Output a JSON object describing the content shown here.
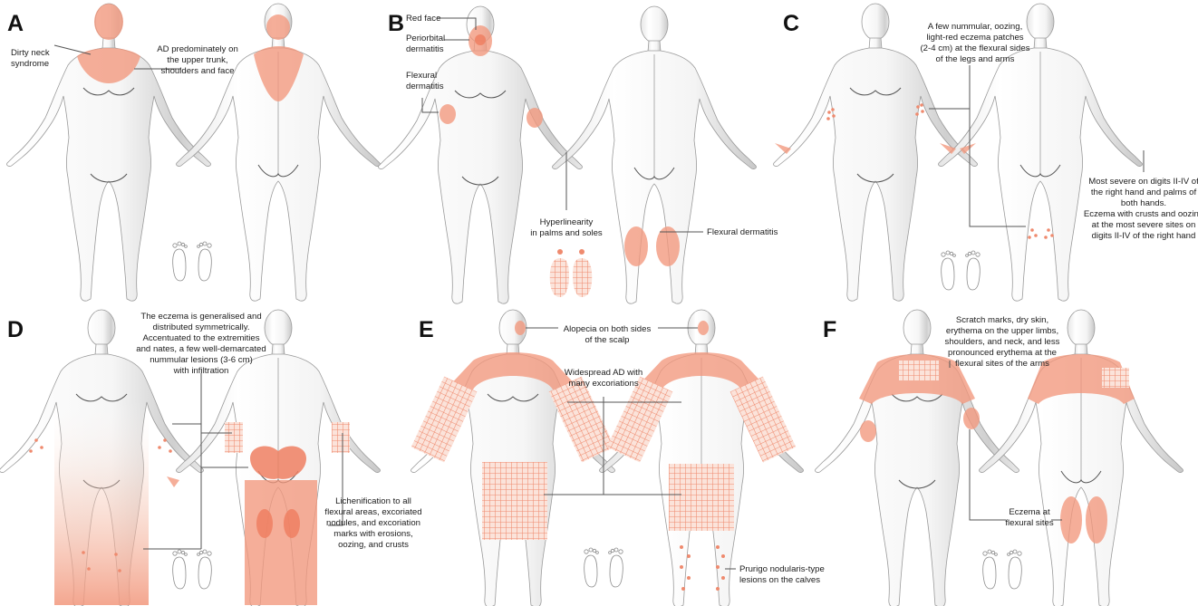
{
  "figure": {
    "panels": [
      {
        "letter": "A",
        "labels": [
          "Dirty neck",
          "syndrome",
          "AD predominately on",
          "the upper trunk,",
          "shoulders and face"
        ]
      },
      {
        "letter": "B",
        "labels": [
          "Red face",
          "Periorbital",
          "dermatitis",
          "Flexural",
          "dermatitis",
          "Hyperlinearity",
          "in palms and soles",
          "Flexural dermatitis"
        ]
      },
      {
        "letter": "C",
        "labels": [
          "A few nummular, oozing,",
          "light-red eczema patches",
          "(2-4 cm) at the flexural sides",
          "of the legs and arms",
          "Most severe on digits II-IV of",
          "the right hand and palms of",
          "both hands.",
          "Eczema with crusts and oozing",
          "at the most severe sites on",
          "digits II-IV of the right hand"
        ]
      },
      {
        "letter": "D",
        "labels": [
          "The eczema is generalised and",
          "distributed symmetrically.",
          "Accentuated to the extremities",
          "and nates, a few well-demarcated",
          "nummular lesions (3-6 cm)",
          "with infiltration",
          "Lichenification to all",
          "flexural areas, excoriated",
          "nodules, and excoriation",
          "marks with erosions,",
          "oozing, and crusts"
        ]
      },
      {
        "letter": "E",
        "labels": [
          "Alopecia on both sides",
          "of the scalp",
          "Widespread AD with",
          "many excoriations",
          "Prurigo nodularis-type",
          "lesions on the calves"
        ]
      },
      {
        "letter": "F",
        "labels": [
          "Scratch marks, dry skin,",
          "erythema on the upper limbs,",
          "shoulders, and neck, and less",
          "pronounced erythema at the",
          "flexural sites of the arms",
          "Eczema at",
          "flexural sites"
        ]
      }
    ],
    "colors": {
      "lesion": "#f2977c",
      "lesion_strong": "#ee7f62",
      "body_shade": "#c9c9c9",
      "text": "#1c1c1c"
    }
  }
}
